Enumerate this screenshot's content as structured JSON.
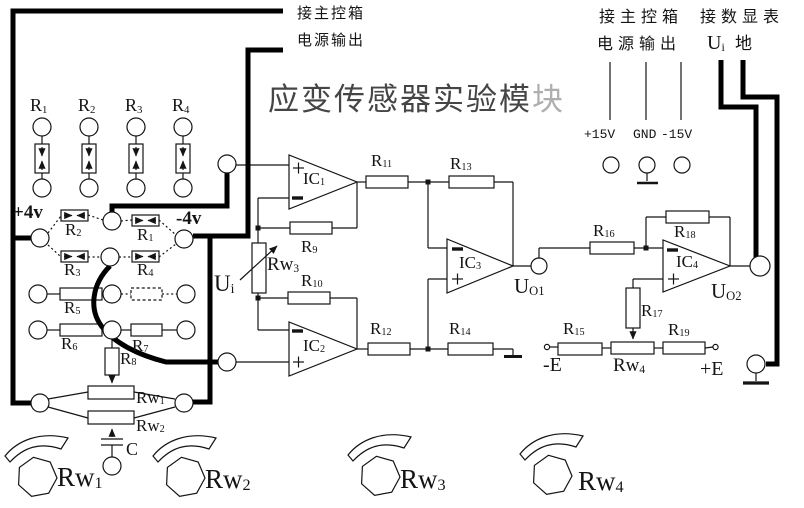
{
  "title": {
    "main": "应变传感器实验模",
    "last": "块"
  },
  "top_left_panel": {
    "line1": "接主控箱",
    "line2": "电源输出"
  },
  "power_panel": {
    "line1": "接主控箱",
    "line2": "电源输出",
    "plus15": "+15V",
    "gnd": "GND",
    "minus15": "-15V"
  },
  "display_panel": {
    "line1": "接数显表",
    "ui": {
      "m": "U",
      "s": "i"
    },
    "ground": "地"
  },
  "gauges": {
    "r1": {
      "m": "R",
      "s": "1"
    },
    "r2": {
      "m": "R",
      "s": "2"
    },
    "r3": {
      "m": "R",
      "s": "3"
    },
    "r4": {
      "m": "R",
      "s": "4"
    }
  },
  "bridge": {
    "plus4v": "+4v",
    "minus4v": "-4v",
    "r2": {
      "m": "R",
      "s": "2"
    },
    "r1": {
      "m": "R",
      "s": "1"
    },
    "r3": {
      "m": "R",
      "s": "3"
    },
    "r4": {
      "m": "R",
      "s": "4"
    },
    "r5": {
      "m": "R",
      "s": "5"
    },
    "r6": {
      "m": "R",
      "s": "6"
    },
    "r7": {
      "m": "R",
      "s": "7"
    },
    "r8": {
      "m": "R",
      "s": "8"
    },
    "rw1": {
      "m": "Rw",
      "s": "1"
    },
    "rw2": {
      "m": "Rw",
      "s": "2"
    },
    "c": "C",
    "ui": {
      "m": "U",
      "s": "i"
    }
  },
  "amp": {
    "ic1": {
      "m": "IC",
      "s": "1"
    },
    "ic2": {
      "m": "IC",
      "s": "2"
    },
    "ic3": {
      "m": "IC",
      "s": "3"
    },
    "ic4": {
      "m": "IC",
      "s": "4"
    },
    "r9": {
      "m": "R",
      "s": "9"
    },
    "r10": {
      "m": "R",
      "s": "10"
    },
    "r11": {
      "m": "R",
      "s": "11"
    },
    "r12": {
      "m": "R",
      "s": "12"
    },
    "r13": {
      "m": "R",
      "s": "13"
    },
    "r14": {
      "m": "R",
      "s": "14"
    },
    "r15": {
      "m": "R",
      "s": "15"
    },
    "r16": {
      "m": "R",
      "s": "16"
    },
    "r17": {
      "m": "R",
      "s": "17"
    },
    "r18": {
      "m": "R",
      "s": "18"
    },
    "r19": {
      "m": "R",
      "s": "19"
    },
    "rw3": {
      "m": "Rw",
      "s": "3"
    },
    "rw4": {
      "m": "Rw",
      "s": "4"
    },
    "uo1": {
      "m": "U",
      "s": "O1"
    },
    "uo2": {
      "m": "U",
      "s": "O2"
    },
    "minus_e": "-E",
    "plus_e": "+E"
  },
  "knobs": {
    "rw1": {
      "m": "Rw",
      "s": "1"
    },
    "rw2": {
      "m": "Rw",
      "s": "2"
    },
    "rw3": {
      "m": "Rw",
      "s": "3"
    },
    "rw4": {
      "m": "Rw",
      "s": "4"
    }
  },
  "colors": {
    "ink": "#141414",
    "wire": "#000000"
  }
}
